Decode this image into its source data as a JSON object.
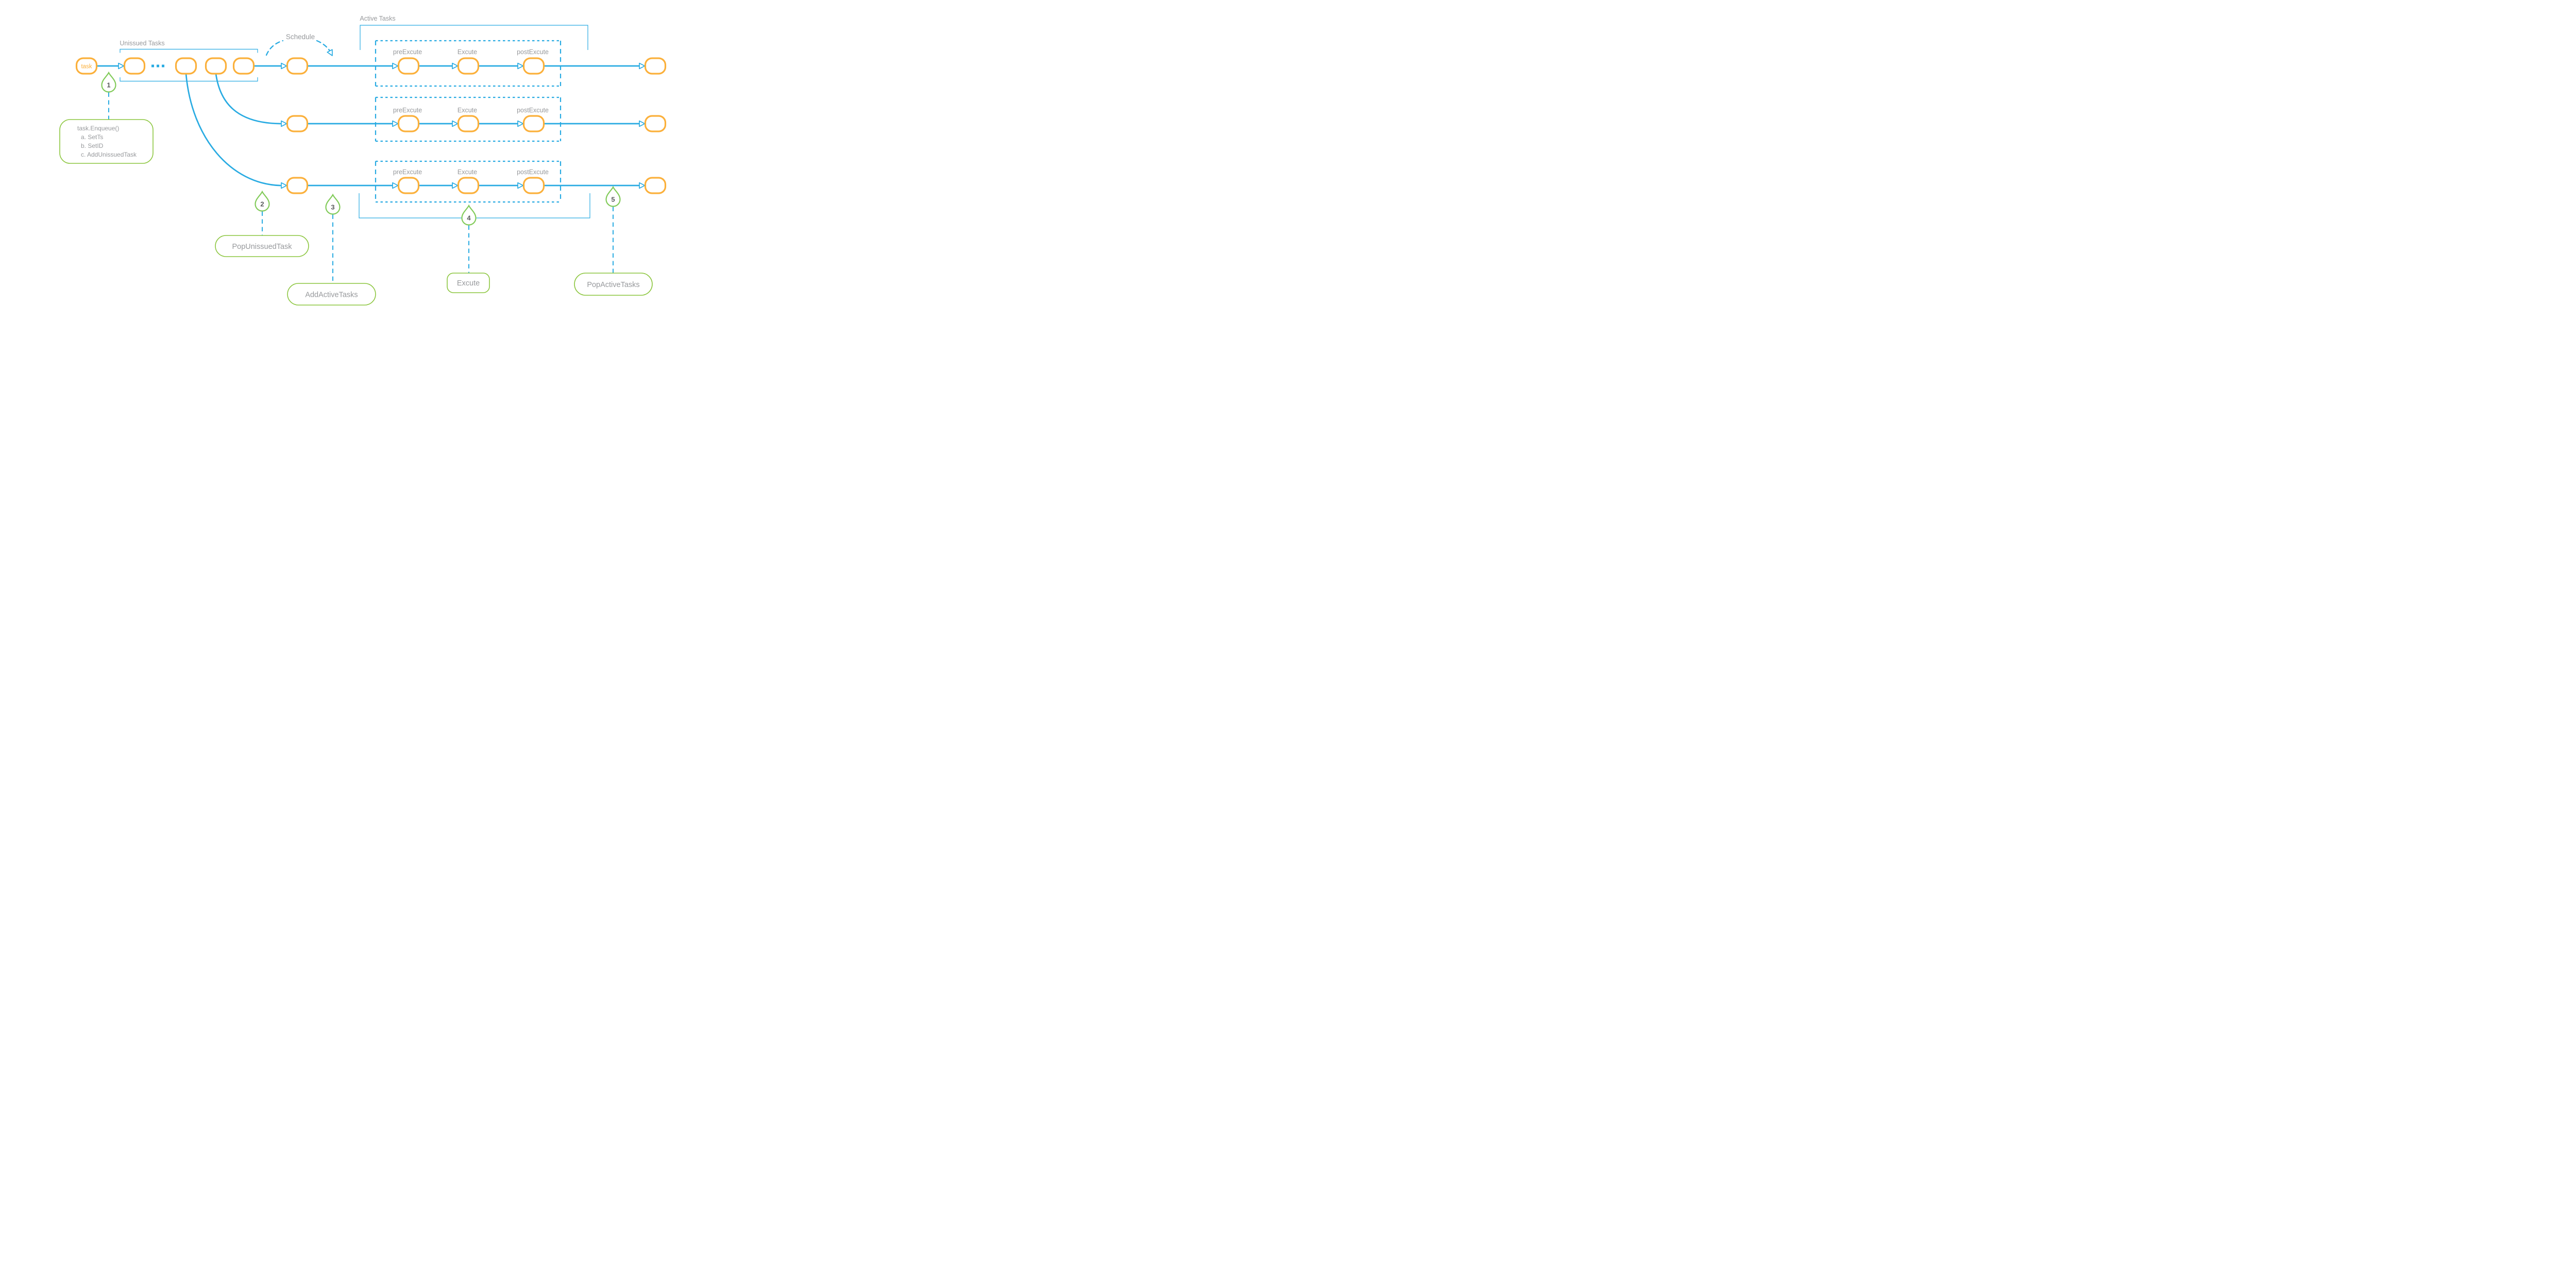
{
  "colors": {
    "accent_blue": "#29ABE2",
    "node_orange": "#FBB03B",
    "marker_green": "#82CB5A",
    "callout_green": "#8CC63F",
    "label_gray": "#97999C",
    "number_gray": "#58595B"
  },
  "nodes": {
    "task_label": "task"
  },
  "sections": {
    "unissued": "Unissued Tasks",
    "schedule": "Schedule",
    "active": "Active Tasks"
  },
  "stages": {
    "pre": "preExcute",
    "exec": "Excute",
    "post": "postExcute"
  },
  "markers": {
    "m1": "1",
    "m2": "2",
    "m3": "3",
    "m4": "4",
    "m5": "5"
  },
  "callouts": {
    "enqueue": {
      "lines": [
        "task.Enqueue()",
        "a. SetTs",
        "b. SetID",
        "c. AddUnissuedTask"
      ]
    },
    "pop_unissued": {
      "label": "PopUnissuedTask"
    },
    "add_active": {
      "label": "AddActiveTasks"
    },
    "excute": {
      "label": "Excute"
    },
    "pop_active": {
      "label": "PopActiveTasks"
    }
  }
}
